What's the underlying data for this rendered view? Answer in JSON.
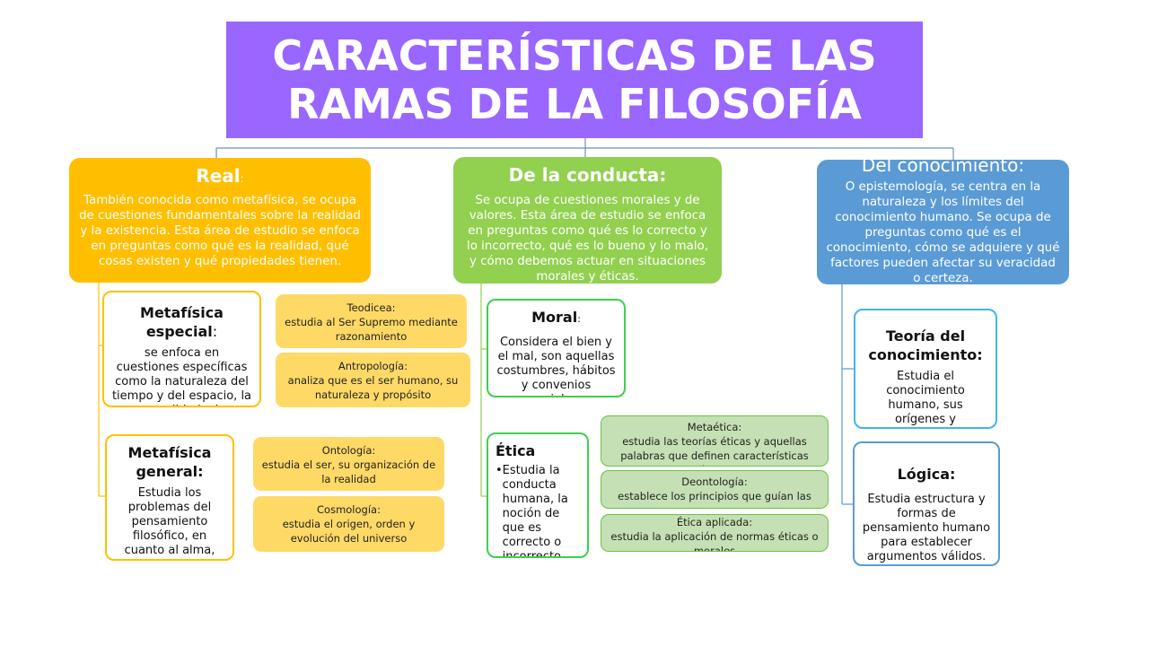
{
  "title": "CARACTERÍSTICAS DE LAS RAMAS DE LA FILOSOFÍA",
  "branches": {
    "real": {
      "title": "Real",
      "title_suffix": ":",
      "text": "También conocida como metafísica, se ocupa de cuestiones fundamentales sobre la realidad y la existencia. Esta área de estudio se enfoca en preguntas como qué es la realidad, qué cosas existen y qué propiedades tienen."
    },
    "conducta": {
      "title": "De la conducta:",
      "text": "Se ocupa de cuestiones morales y de valores. Esta área de estudio se enfoca en preguntas como qué es lo correcto y lo incorrecto, qué es lo bueno y lo malo, y cómo debemos actuar en situaciones morales y éticas."
    },
    "conocimiento": {
      "title": "Del conocimiento:",
      "text": "O epistemología, se centra en la naturaleza y los límites del conocimiento humano. Se ocupa de preguntas como qué es el conocimiento, cómo se adquiere y qué factores pueden afectar su veracidad o certeza."
    }
  },
  "real_children": {
    "especial": {
      "title": "Metafísica especial",
      "title_suffix": ":",
      "text": "se enfoca en cuestiones específicas como la naturaleza del tiempo y del espacio, la causalidad y la causalidad inversa."
    },
    "general": {
      "title": "Metafísica general:",
      "text": "Estudia los problemas del pensamiento filosófico, en cuanto al alma, mundo Dios."
    },
    "teodicea": {
      "title": "Teodicea:",
      "text": "estudia al Ser Supremo mediante razonamiento"
    },
    "antropologia": {
      "title": "Antropología:",
      "text": "analiza que es el ser humano, su naturaleza y propósito"
    },
    "ontologia": {
      "title": "Ontología:",
      "text": "estudia el ser, su organización de la realidad"
    },
    "cosmologia": {
      "title": "Cosmología:",
      "text": "estudia el origen, orden y evolución del universo"
    }
  },
  "conducta_children": {
    "moral": {
      "title": "Moral",
      "title_suffix": ":",
      "text": "Considera el bien y el mal, son aquellas costumbres, hábitos y convenios sociales."
    },
    "etica": {
      "title": "Ética",
      "bullet": "•",
      "text": "Estudia la conducta humana, la noción de que es correcto o incorrecto"
    },
    "metaetica": {
      "title": "Metaética:",
      "text": "estudia las teorías éticas y aquellas palabras que definen características éticas"
    },
    "deontologia": {
      "title": "Deontología:",
      "text": "establece los principios que guían las normas"
    },
    "aplicada": {
      "title": "Ética aplicada:",
      "text": "estudia la aplicación de normas éticas o morales"
    }
  },
  "conocimiento_children": {
    "teoria": {
      "title": "Teoría del conocimiento:",
      "text": "Estudia el conocimiento humano, sus orígenes y naturaleza."
    },
    "logica": {
      "title": "Lógica:",
      "text": "Estudia estructura y formas de pensamiento humano para establecer argumentos válidos."
    }
  },
  "colors": {
    "title_bg": "#9966ff",
    "real": "#ffbf00",
    "conducta": "#92d050",
    "conocimiento": "#5b9bd5",
    "yellow_sub": "#ffd966",
    "green_sub": "#c5e0b4"
  }
}
